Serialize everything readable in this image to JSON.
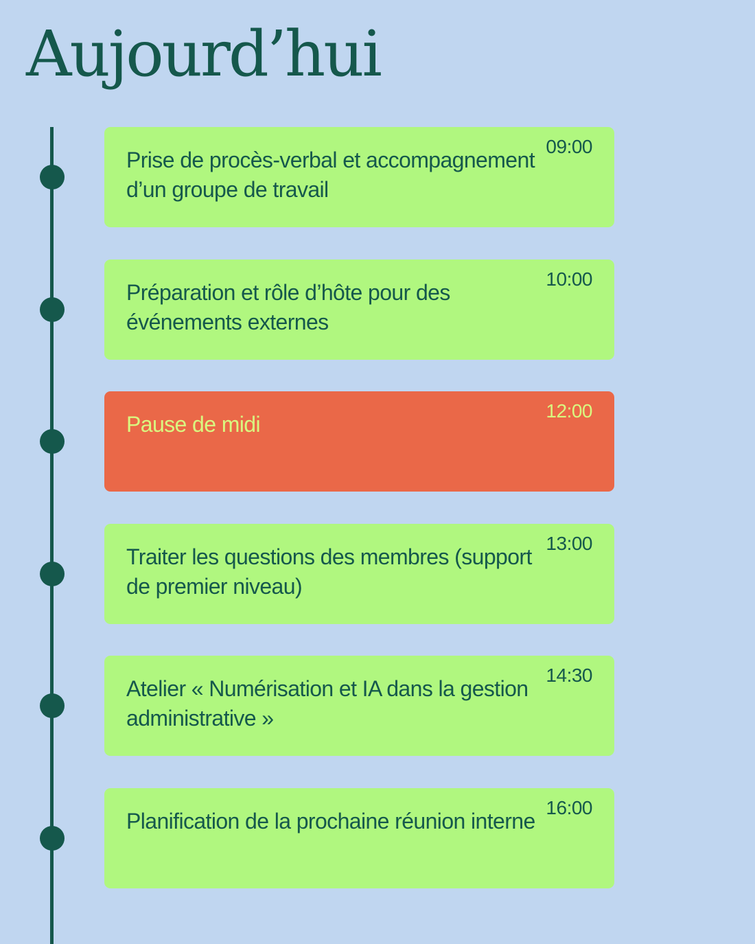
{
  "page": {
    "title": "Aujourd’hui"
  },
  "colors": {
    "background": "#c0d6f0",
    "accent": "#15584c",
    "card_default": "#b0f77f",
    "card_highlight": "#ea6848",
    "text_default": "#15584c",
    "text_highlight": "#d9f880"
  },
  "schedule": {
    "events": [
      {
        "time": "09:00",
        "title": "Prise de procès-verbal et accompagnement d’un groupe de travail",
        "highlight": false
      },
      {
        "time": "10:00",
        "title": "Préparation et rôle d’hôte pour des événements externes",
        "highlight": false
      },
      {
        "time": "12:00",
        "title": "Pause de midi",
        "highlight": true
      },
      {
        "time": "13:00",
        "title": "Traiter les questions des membres (support de premier niveau)",
        "highlight": false
      },
      {
        "time": "14:30",
        "title": "Atelier « Numérisation et IA dans la gestion administrative »",
        "highlight": false
      },
      {
        "time": "16:00",
        "title": "Planification de la prochaine réunion interne",
        "highlight": false
      }
    ]
  }
}
